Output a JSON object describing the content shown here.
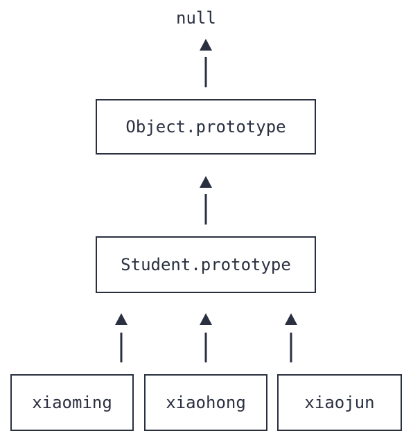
{
  "diagram": {
    "root": "null",
    "object_prototype": "Object.prototype",
    "student_prototype": "Student.prototype",
    "instances": [
      "xiaoming",
      "xiaohong",
      "xiaojun"
    ],
    "stroke_color": "#2a3040",
    "arrow_icon": "up-arrow-icon"
  }
}
